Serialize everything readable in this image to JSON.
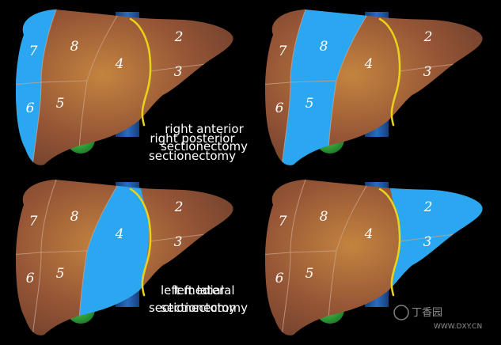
{
  "colors": {
    "background": "#000000",
    "liver_center": "#b97a3c",
    "liver_edge": "#6e3f2a",
    "resected": "#2aa7f0",
    "vena_cava": "#1e5aa6",
    "gallbladder": "#2ea23a",
    "fissure": "#e9d21a",
    "segment_line": "#c9a18a"
  },
  "panels": [
    {
      "segments": [
        "7",
        "8",
        "4",
        "2",
        "3",
        "6",
        "5"
      ],
      "highlight": [
        "7",
        "6"
      ],
      "caption": [
        "right posterior",
        "sectionectomy"
      ]
    },
    {
      "segments": [
        "7",
        "8",
        "4",
        "2",
        "3",
        "6",
        "5"
      ],
      "highlight": [
        "8",
        "5"
      ],
      "caption": [
        "right anterior",
        "sectionectomy"
      ]
    },
    {
      "segments": [
        "7",
        "8",
        "4",
        "2",
        "3",
        "6",
        "5"
      ],
      "highlight": [
        "4"
      ],
      "caption": [
        "left medial",
        "sectionectomy"
      ]
    },
    {
      "segments": [
        "7",
        "8",
        "4",
        "2",
        "3",
        "6",
        "5"
      ],
      "highlight": [
        "2",
        "3"
      ],
      "caption": [
        "left lateral",
        "sectionectomy"
      ]
    }
  ],
  "watermark": {
    "brand": "丁香园",
    "url": "WWW.DXY.CN"
  }
}
